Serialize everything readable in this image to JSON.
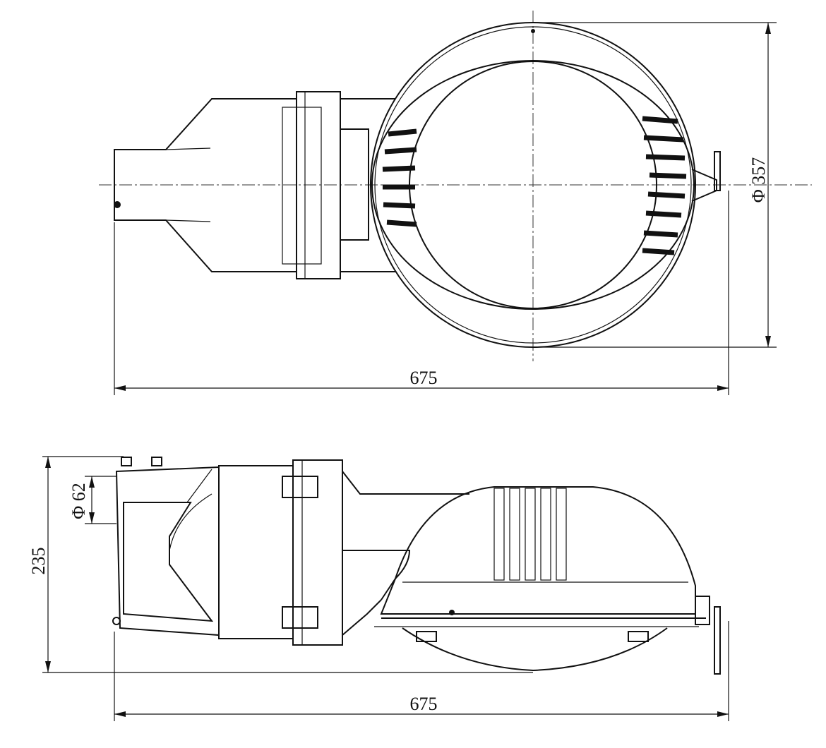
{
  "top_view": {
    "overall_length_label": "675",
    "diameter_label": "Φ 357"
  },
  "side_view": {
    "height_label": "235",
    "mount_diameter_label": "Φ 62",
    "overall_length_label": "675"
  },
  "colors": {
    "line": "#111111",
    "background": "#ffffff"
  }
}
